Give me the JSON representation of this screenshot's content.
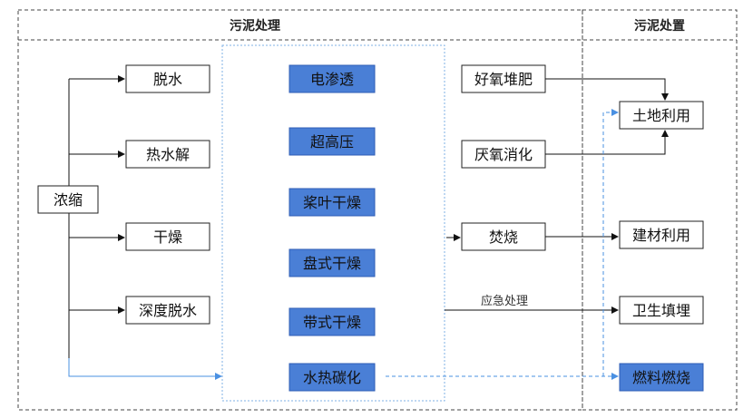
{
  "headers": {
    "treatment": "污泥处理",
    "disposal": "污泥处置"
  },
  "source": "浓缩",
  "treatment_methods": [
    "脱水",
    "热水解",
    "干燥",
    "深度脱水"
  ],
  "drying_technologies": [
    "电渗透",
    "超高压",
    "桨叶干燥",
    "盘式干燥",
    "带式干燥",
    "水热碳化"
  ],
  "processing": [
    "好氧堆肥",
    "厌氧消化",
    "焚烧"
  ],
  "emergency_label": "应急处理",
  "disposal_routes": [
    "土地利用",
    "建材利用",
    "卫生填埋",
    "燃料燃烧"
  ],
  "colors": {
    "tech_box_fill": "#4a7fd6",
    "accent_line": "#4a90e2",
    "outline": "#444444"
  }
}
